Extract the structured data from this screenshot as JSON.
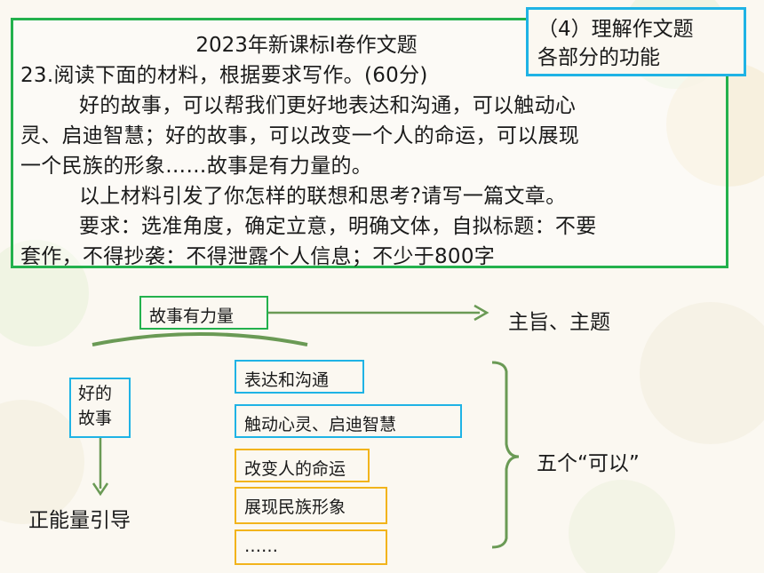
{
  "prompt": {
    "title": "2023年新课标Ⅰ卷作文题",
    "lines": [
      "23.阅读下面的材料，根据要求写作。(60分)",
      "好的故事，可以帮我们更好地表达和沟通，可以触动心",
      "灵、启迪智慧；好的故事，可以改变一个人的命运，可以展现",
      "一个民族的形象……故事是有力量的。",
      "以上材料引发了你怎样的联想和思考?请写一篇文章。",
      "要求：选准角度，确定立意，明确文体，自拟标题：不要",
      "套作，不得抄袭：不得泄露个人信息；不少于800字"
    ]
  },
  "topic": {
    "line1": "（4）理解作文题",
    "line2": "各部分的功能"
  },
  "diagram": {
    "core_box": "故事有力量",
    "core_result": "主旨、主题",
    "good_story_line1": "好的",
    "good_story_line2": "故事",
    "good_story_result": "正能量引导",
    "items": [
      "表达和沟通",
      "触动心灵、启迪智慧",
      "改变人的命运",
      "展现民族形象",
      "……"
    ],
    "summary": "五个“可以”"
  },
  "colors": {
    "green": "#23b14d",
    "blue": "#1fb3e5",
    "yellow": "#f2b41c",
    "arrow": "#6a9a55"
  }
}
